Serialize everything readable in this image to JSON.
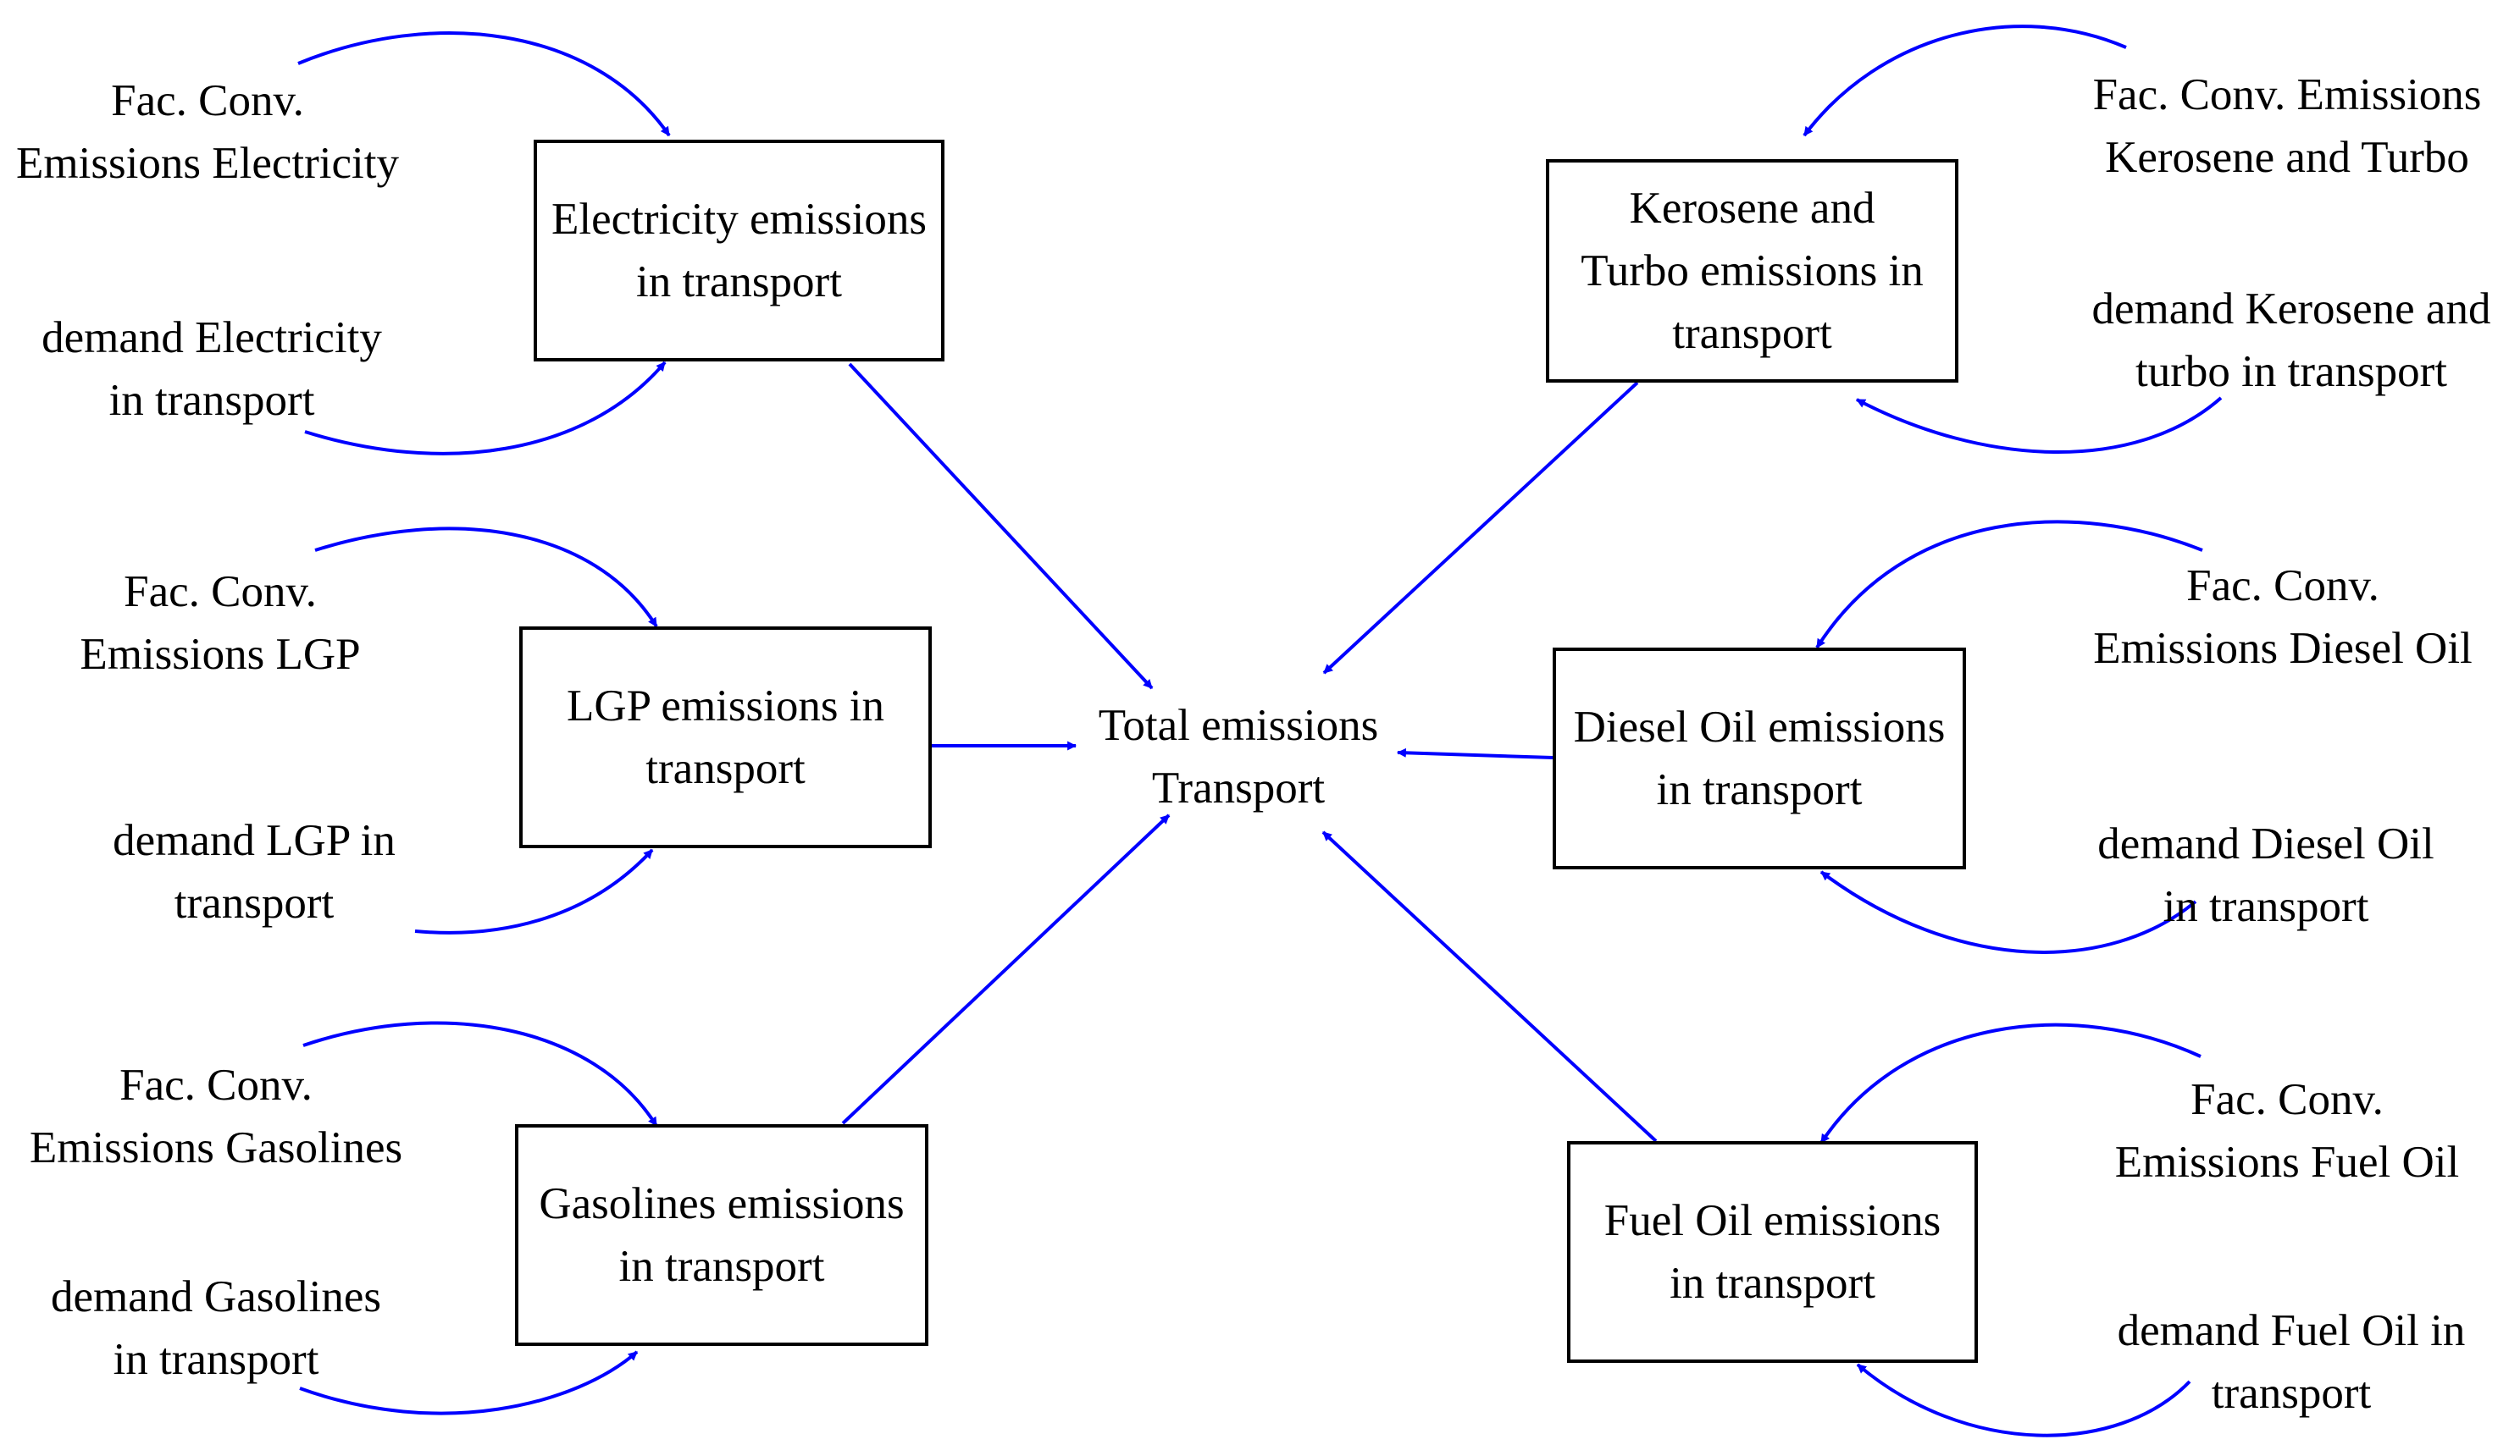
{
  "colors": {
    "arrow": "#0000FF",
    "box_border": "#000000",
    "text": "#000000"
  },
  "center": {
    "lines": [
      "Total emissions",
      "Transport"
    ]
  },
  "stocks": [
    {
      "id": "electricity",
      "lines": [
        "Electricity emissions",
        "in transport"
      ]
    },
    {
      "id": "lgp",
      "lines": [
        "LGP emissions in",
        "transport"
      ]
    },
    {
      "id": "gasolines",
      "lines": [
        "Gasolines emissions",
        "in transport"
      ]
    },
    {
      "id": "kerosene",
      "lines": [
        "Kerosene and",
        "Turbo emissions in",
        "transport"
      ]
    },
    {
      "id": "diesel",
      "lines": [
        "Diesel Oil emissions",
        "in transport"
      ]
    },
    {
      "id": "fueloil",
      "lines": [
        "Fuel Oil emissions",
        "in transport"
      ]
    }
  ],
  "factors": [
    {
      "id": "fac-electricity",
      "lines": [
        "Fac. Conv.",
        "Emissions Electricity"
      ]
    },
    {
      "id": "fac-lgp",
      "lines": [
        "Fac. Conv.",
        "Emissions LGP"
      ]
    },
    {
      "id": "fac-gasolines",
      "lines": [
        "Fac. Conv.",
        "Emissions Gasolines"
      ]
    },
    {
      "id": "fac-kerosene",
      "lines": [
        "Fac. Conv. Emissions",
        "Kerosene and Turbo"
      ]
    },
    {
      "id": "fac-diesel",
      "lines": [
        "Fac. Conv.",
        "Emissions Diesel Oil"
      ]
    },
    {
      "id": "fac-fueloil",
      "lines": [
        "Fac. Conv.",
        "Emissions Fuel Oil"
      ]
    }
  ],
  "demands": [
    {
      "id": "demand-electricity",
      "lines": [
        "demand Electricity",
        "in transport"
      ]
    },
    {
      "id": "demand-lgp",
      "lines": [
        "demand LGP in",
        "transport"
      ]
    },
    {
      "id": "demand-gasolines",
      "lines": [
        "demand Gasolines",
        "in transport"
      ]
    },
    {
      "id": "demand-kerosene",
      "lines": [
        "demand Kerosene and",
        "turbo in transport"
      ]
    },
    {
      "id": "demand-diesel",
      "lines": [
        "demand Diesel Oil",
        "in transport"
      ]
    },
    {
      "id": "demand-fueloil",
      "lines": [
        "demand Fuel Oil in",
        "transport"
      ]
    }
  ]
}
